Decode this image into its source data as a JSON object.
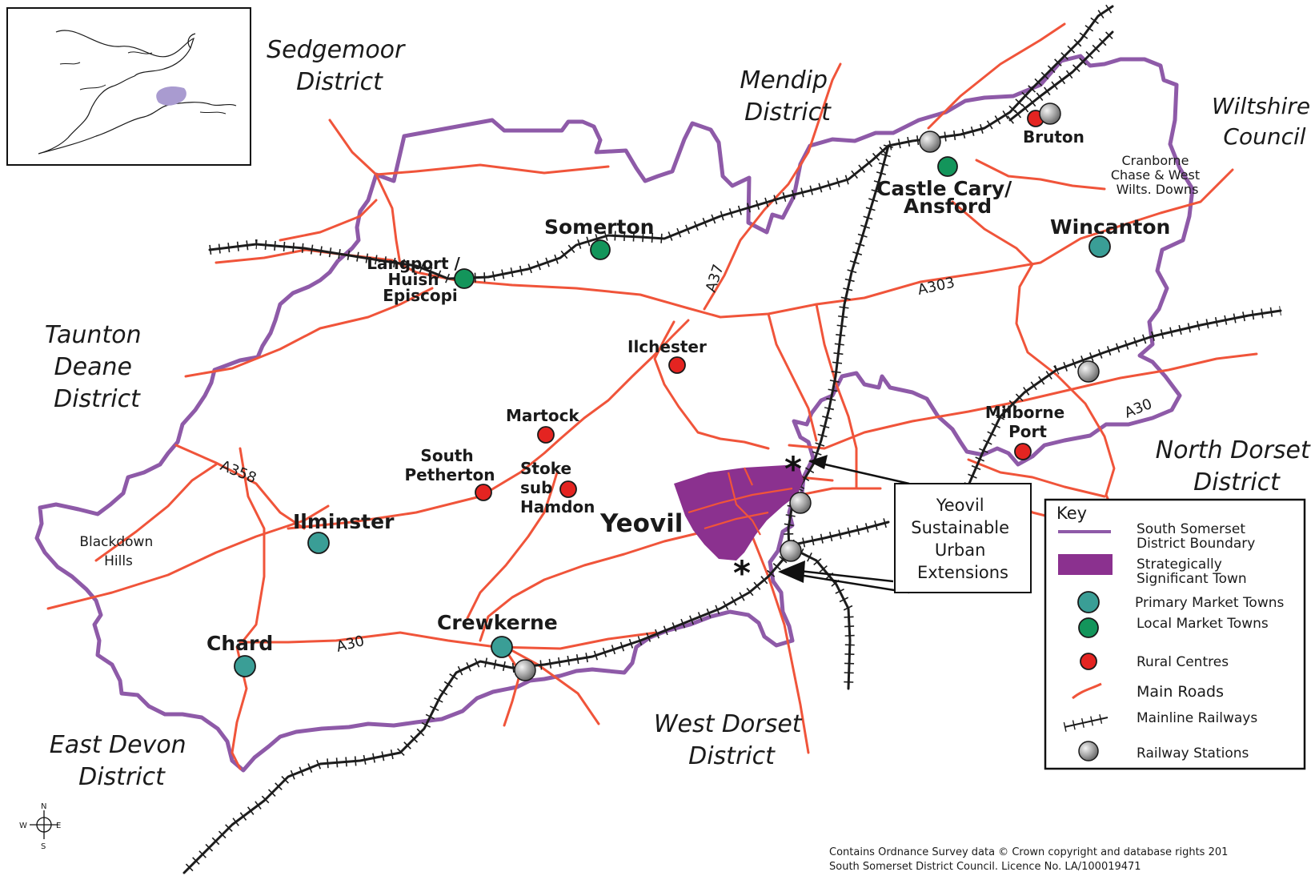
{
  "map": {
    "regions": {
      "sedgemoor": [
        "Sedgemoor",
        "District"
      ],
      "mendip": [
        "Mendip",
        "District"
      ],
      "wiltshire": [
        "Wiltshire",
        "Council"
      ],
      "taunton": [
        "Taunton",
        "Deane",
        "District"
      ],
      "north_dorset": [
        "North Dorset",
        "District"
      ],
      "west_dorset": [
        "West Dorset",
        "District"
      ],
      "east_devon": [
        "East Devon",
        "District"
      ],
      "blackdown": [
        "Blackdown",
        "Hills"
      ],
      "cranborne": [
        "Cranborne",
        "Chase & West",
        "Wilts. Downs"
      ]
    },
    "towns": {
      "somerton": "Somerton",
      "langport": [
        "Langport /",
        "Huish",
        "Episcopi"
      ],
      "castle_cary": [
        "Castle Cary/",
        "Ansford"
      ],
      "bruton": "Bruton",
      "wincanton": "Wincanton",
      "ilchester": "Ilchester",
      "martock": "Martock",
      "south_petherton": [
        "South",
        "Petherton"
      ],
      "stoke": [
        "Stoke",
        "sub",
        "Hamdon"
      ],
      "yeovil": "Yeovil",
      "milborne": [
        "Milborne",
        "Port"
      ],
      "ilminster": "Ilminster",
      "chard": "Chard",
      "crewkerne": "Crewkerne"
    },
    "roads": {
      "a37": "A37",
      "a303": "A303",
      "a358": "A358",
      "a30_west": "A30",
      "a30_east": "A30"
    },
    "callout": [
      "Yeovil",
      "Sustainable",
      "Urban",
      "Extensions"
    ],
    "callout_marker": "*",
    "compass": {
      "n": "N",
      "s": "S",
      "e": "E",
      "w": "W"
    },
    "credit": [
      "Contains Ordnance Survey data © Crown copyright and database rights 201",
      "South Somerset District Council. Licence No. LA/100019471"
    ]
  },
  "key": {
    "title": "Key",
    "items": [
      {
        "symbol": "boundary-line",
        "label": [
          "South Somerset",
          "District Boundary"
        ]
      },
      {
        "symbol": "purple-area",
        "label": [
          "Strategically",
          "Significant Town"
        ]
      },
      {
        "symbol": "teal-circle",
        "label": [
          "Primary Market Towns"
        ]
      },
      {
        "symbol": "green-circle",
        "label": [
          "Local Market Towns"
        ]
      },
      {
        "symbol": "red-circle",
        "label": [
          "Rural Centres"
        ]
      },
      {
        "symbol": "orange-line",
        "label": [
          "Main Roads"
        ]
      },
      {
        "symbol": "railway-line",
        "label": [
          "Mainline Railways"
        ]
      },
      {
        "symbol": "grey-circle",
        "label": [
          "Railway Stations"
        ]
      }
    ]
  },
  "colors": {
    "boundary": "#8e5aa8",
    "road": "#f0543a",
    "primary_market_town": "#3a9e96",
    "local_market_town": "#13955b",
    "rural_centre": "#e42421",
    "strategic_town": "#8b318f",
    "station": "#a8a8a8"
  }
}
